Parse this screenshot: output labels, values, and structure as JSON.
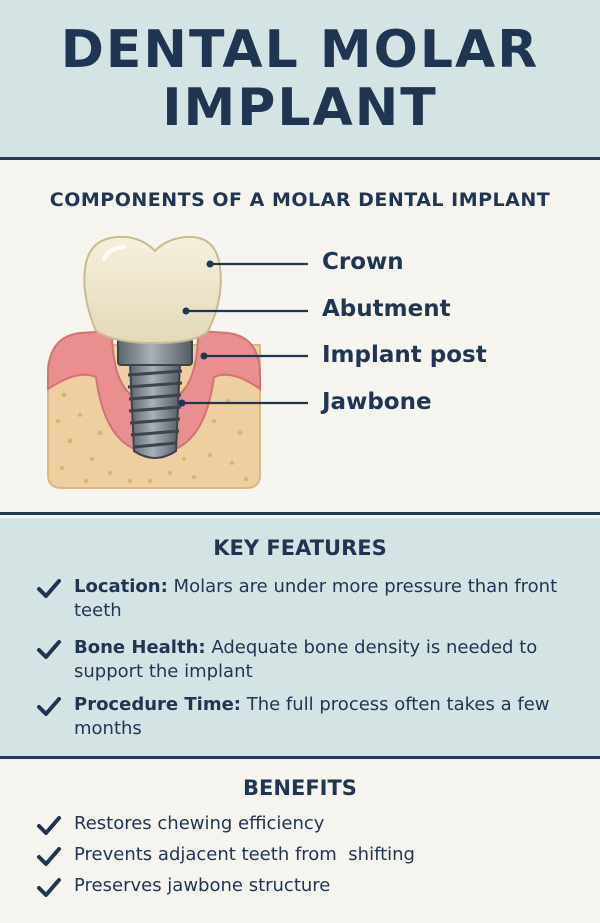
{
  "header": {
    "title_line1": "DENTAL MOLAR",
    "title_line2": "IMPLANT"
  },
  "components": {
    "title": "COMPONENTS OF A MOLAR DENTAL IMPLANT",
    "labels": [
      "Crown",
      "Abutment",
      "Implant post",
      "Jawbone"
    ]
  },
  "features": {
    "title": "KEY FEATURES",
    "items": [
      {
        "key": "Location:",
        "text": " Molars are under more pressure than front teeth"
      },
      {
        "key": "Bone Health:",
        "text": " Adequate bone density is needed to support the implant"
      },
      {
        "key": "Procedure Time:",
        "text": " The full process often takes a few months"
      }
    ]
  },
  "benefits": {
    "title": "BENEFITS",
    "items": [
      "Restores chewing efficiency",
      "Prevents adjacent teeth from  shifting",
      "Preserves jawbone structure"
    ]
  },
  "colors": {
    "navy": "#1f3552",
    "header_bg": "#d4e3e4",
    "cream_bg": "#f6f4ee",
    "gum": "#e98f8f",
    "bone": "#eed3a6",
    "crown": "#efe8d2",
    "metal": "#7d858d"
  }
}
